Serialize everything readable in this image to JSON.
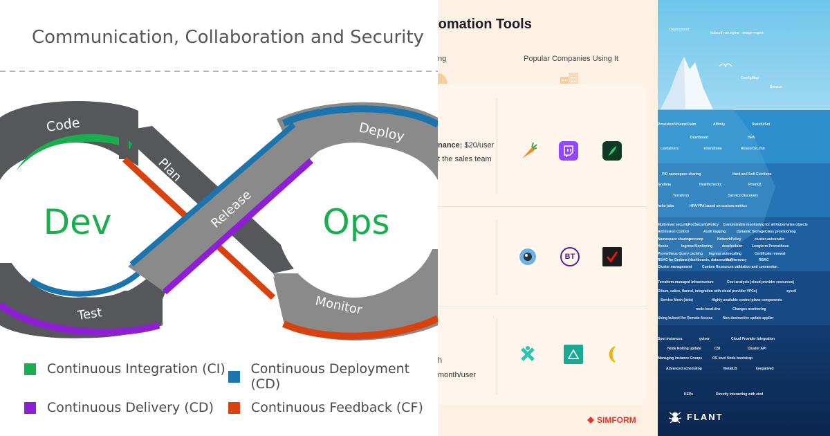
{
  "left": {
    "title": "Communication, Collaboration and Security",
    "dev": "Dev",
    "ops": "Ops",
    "stages": {
      "code": "Code",
      "plan": "Plan",
      "release": "Release",
      "deploy": "Deploy",
      "test": "Test",
      "monitor": "Monitor"
    },
    "legend": [
      {
        "label": "Continuous Integration (CI)",
        "color": "#1aae4f"
      },
      {
        "label": "Continuous Deployment (CD)",
        "color": "#1b74ad"
      },
      {
        "label": "Continuous Delivery (CD)",
        "color": "#8e1fd6"
      },
      {
        "label": "Continuous Feedback (CF)",
        "color": "#d8420f"
      }
    ]
  },
  "mid": {
    "title_fragment": "tomation Tools",
    "col_left_fragment": "ng",
    "col_right": "Popular Companies Using It",
    "row1_line1_bold": "nance:",
    "row1_line1_rest": " $20/user",
    "row1_line2": "t the sales team",
    "row3_line1": "h",
    "row3_line2": "month/user",
    "brand": "SIMFORM"
  },
  "right": {
    "brand": "FLANT",
    "layers": [
      [
        "Deployment",
        "kubectl run nginx --image=nginx",
        "ConfigMap",
        "Service"
      ],
      [
        "PersistentVolumeClaim",
        "Affinity",
        "StatefulSet",
        "Dashboard",
        "HPA",
        "Containers",
        "Tolerations",
        "ResourceLimit"
      ],
      [
        "PID namespace sharing",
        "Hard and Soft Evictions",
        "Grafana",
        "Healthchecks",
        "PromQL",
        "Terraform",
        "Service Discovery",
        "helm jobs",
        "HPA/VPA based on custom metrics"
      ],
      [
        "Multi-level security",
        "PodSecurityPolicy",
        "Customizable monitoring for all Kubernetes objects",
        "Admission Control",
        "Audit logging",
        "Dynamic StorageClass provisioning",
        "Namespace sharing",
        "seccomp",
        "NetworkPolicy",
        "cluster-autoscaler",
        "Hooks",
        "Ingress Monitoring",
        "descheduler",
        "Longterm Prometheus",
        "Prometheus Query caching",
        "Ingress autoscaling",
        "Certificate renewal",
        "RBAC for Grafana (dashboards, datasources)",
        "Multitenancy",
        "RBAC",
        "Cluster management",
        "Custom Resources validation and conversion"
      ],
      [
        "Terraform-managed infrastructure",
        "Cost analysis (cloud provider resources)",
        "Cilium, calico, flannel, integration with cloud provider VPCs)",
        "sysctl",
        "Service Mesh (istio)",
        "Highly available control plane components",
        "node-local-dns",
        "Changes monitoring",
        "Using kubectl for Remote Access",
        "Non-destructive update applier"
      ],
      [
        "Spot instances",
        "gvisor",
        "Cloud Provider Integration",
        "Node Rolling update",
        "CSI",
        "Cluster API",
        "Managing instance Groups",
        "OS level Node bootstrap",
        "Advanced scheduling",
        "MetalLB",
        "keepalived",
        "KEPs",
        "Directly interacting with etcd"
      ]
    ]
  }
}
